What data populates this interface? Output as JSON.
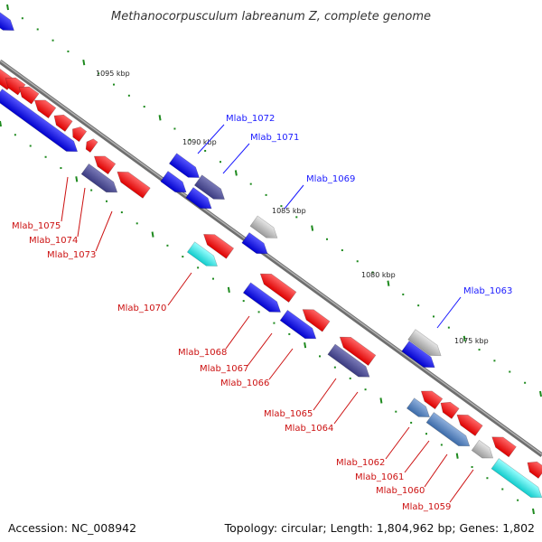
{
  "title": "Methanocorpusculum labreanum Z, complete genome",
  "footer": {
    "accession": "Accession: NC_008942",
    "summary": "Topology: circular; Length: 1,804,962 bp; Genes: 1,802"
  },
  "scale_labels": [
    "1095 kbp",
    "1090 kbp",
    "1085 kbp",
    "1080 kbp",
    "1075 kbp"
  ],
  "gene_labels": {
    "forward": [
      "Mlab_1072",
      "Mlab_1071",
      "Mlab_1069",
      "Mlab_1063"
    ],
    "reverse": [
      "Mlab_1075",
      "Mlab_1074",
      "Mlab_1073",
      "Mlab_1070",
      "Mlab_1068",
      "Mlab_1067",
      "Mlab_1066",
      "Mlab_1065",
      "Mlab_1064",
      "Mlab_1062",
      "Mlab_1061",
      "Mlab_1060",
      "Mlab_1059"
    ]
  },
  "colors": {
    "backbone": "#8a8a8a",
    "cds_red": "#ee1111",
    "cds_blue": "#1111dd",
    "cds_purple": "#4a4a9a",
    "cds_grey": "#b5b5b5",
    "cds_steel": "#5a86c0",
    "cds_cyan": "#22dddd",
    "tick_green": "#1e8a1e",
    "label_blue": "#1a1aff",
    "label_red": "#cc1111"
  }
}
